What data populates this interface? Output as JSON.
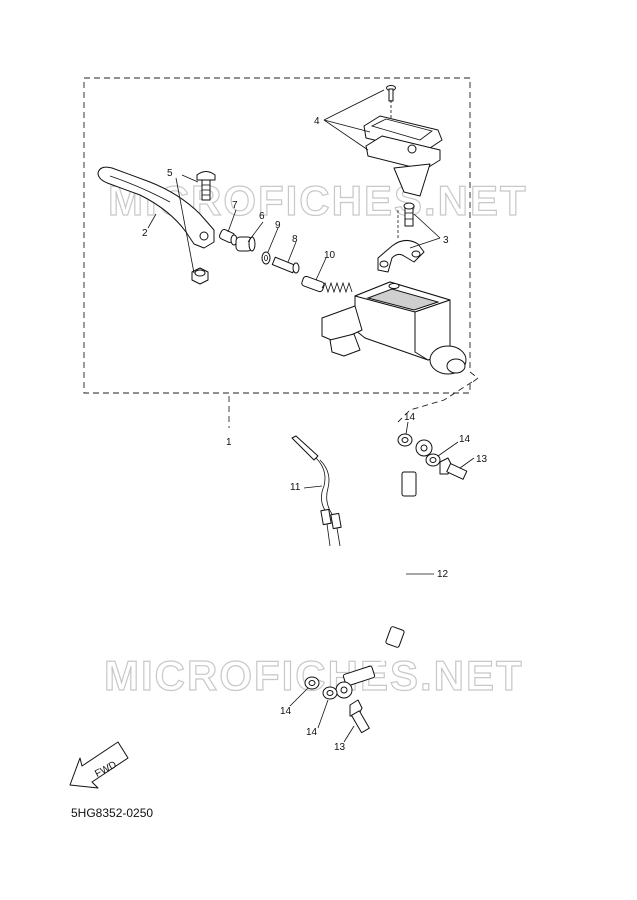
{
  "watermark": "MICROFICHES.NET",
  "diagram_code": "5HG8352-0250",
  "fwd_label": "FWD",
  "callouts": {
    "c1": "1",
    "c2": "2",
    "c3": "3",
    "c4": "4",
    "c5": "5",
    "c6": "6",
    "c7": "7",
    "c8": "8",
    "c9": "9",
    "c10": "10",
    "c11": "11",
    "c12": "12",
    "c13a": "13",
    "c13b": "13",
    "c14a": "14",
    "c14b": "14",
    "c14c": "14",
    "c14d": "14"
  }
}
